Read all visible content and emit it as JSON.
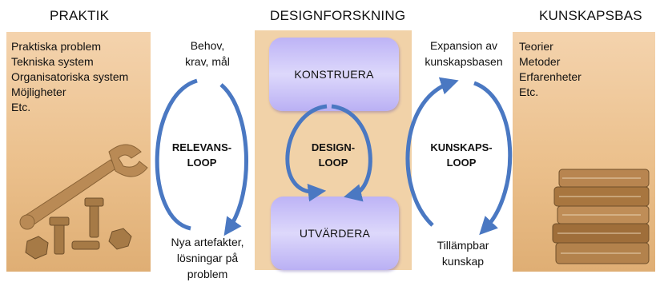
{
  "columns": {
    "left": "PRAKTIK",
    "center": "DESIGNFORSKNING",
    "right": "KUNSKAPSBAS"
  },
  "left_panel": {
    "items": [
      "Praktiska problem",
      "Tekniska system",
      "Organisatoriska system",
      "Möjligheter",
      "Etc."
    ],
    "illustration": "tools-illustration"
  },
  "right_panel": {
    "items": [
      "Teorier",
      "Metoder",
      "Erfarenheter",
      "Etc."
    ],
    "illustration": "books-illustration"
  },
  "center_panel": {
    "top_box": "KONSTRUERA",
    "bottom_box": "UTVÄRDERA"
  },
  "loops": {
    "relevance": [
      "RELEVANS-",
      "LOOP"
    ],
    "design": [
      "DESIGN-",
      "LOOP"
    ],
    "knowledge": [
      "KUNSKAPS-",
      "LOOP"
    ]
  },
  "annotations": {
    "needs": [
      "Behov,",
      "krav, mål"
    ],
    "new_artifacts": [
      "Nya artefakter,",
      "lösningar på",
      "problem"
    ],
    "expansion": [
      "Expansion av",
      "kunskapsbasen"
    ],
    "applicable": [
      "Tillämpbar",
      "kunskap"
    ]
  },
  "colors": {
    "panel": "#ebc08c",
    "box": "#c9c1f7",
    "arrow": "#4a78c2"
  }
}
